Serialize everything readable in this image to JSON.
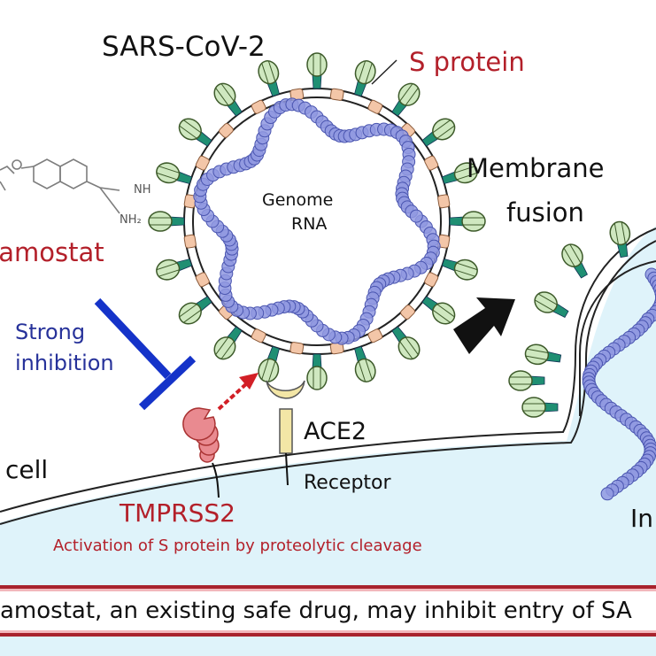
{
  "diagram": {
    "title": "SARS-CoV-2",
    "labels": {
      "s_protein": "S protein",
      "membrane": "Membrane",
      "fusion": "fusion",
      "genome": "Genome",
      "rna": "RNA",
      "drug_name": "famostat",
      "strong": "Strong",
      "inhibition": "inhibition",
      "ace2": "ACE2",
      "receptor": "Receptor",
      "cell": "cell",
      "tmprss2": "TMPRSS2",
      "activation": "Activation of S protein by proteolytic cleavage",
      "infection_partial": "In",
      "nh": "NH",
      "nh2": "NH₂"
    },
    "banner": "amostat, an existing safe drug, may inhibit entry of SA",
    "colors": {
      "red_label": "#b3202a",
      "blue_inhibit": "#1533c9",
      "rna_bead": "#8f98e0",
      "spike_head": "#cfe8c0",
      "spike_stalk": "#1f8f73",
      "membrane_protein": "#f3c6a8",
      "cell_fill": "#dff3fa",
      "tmprss2": "#e98a90",
      "ace2": "#f3e6a6",
      "banner_border": "#a8232d"
    }
  }
}
